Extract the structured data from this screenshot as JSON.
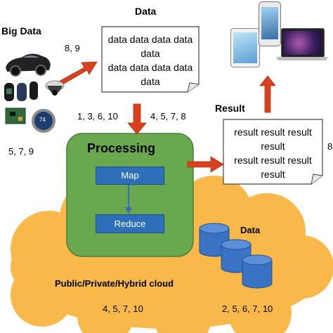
{
  "labels": {
    "big_data": "Big Data",
    "data_top": "Data",
    "result": "Result",
    "processing": "Processing",
    "data_store": "Data",
    "cloud": "Public/Private/Hybrid cloud"
  },
  "data_note": {
    "lines": [
      "data data data data",
      "data",
      "data data data data",
      "data"
    ]
  },
  "result_note": {
    "lines": [
      "result result result",
      "result",
      "result result result",
      "result"
    ]
  },
  "boxes": {
    "map": "Map",
    "reduce": "Reduce"
  },
  "numbers": {
    "n_89": "8, 9",
    "n_79": "5, 7, 9",
    "n_13610": "1, 3, 6, 10",
    "n_4578_top": "4, 5, 7, 8",
    "n_4578_cut": "8",
    "n_45710": "4, 5, 7, 10",
    "n_256710": "2, 5, 6, 7, 10"
  },
  "thermostat_value": "74",
  "colors": {
    "processing_fill": "#6aa84f",
    "processing_border": "#4a7d3a",
    "box_fill": "#2e6fba",
    "arrow": "#d9401e",
    "cloud_fill": "#f9b84a",
    "cylinder": "#3b73c4"
  }
}
